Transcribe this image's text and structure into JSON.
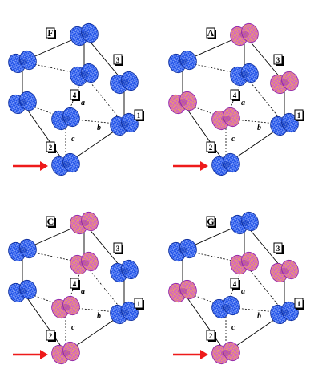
{
  "colors": {
    "blue": "#1d4fe6",
    "blue_dark": "#0a2a9a",
    "magenta": "#cc4ee6",
    "magenta_dark": "#8a1fa8",
    "orange_mesh": "#e8a23a",
    "arrow": "#ee1a1a",
    "line": "#000000"
  },
  "panels": [
    {
      "id": "F",
      "label": "F",
      "highlighted": []
    },
    {
      "id": "A",
      "label": "A",
      "highlighted": [
        "top-back",
        "front-left-mid",
        "back-right-mid",
        "center-front"
      ]
    },
    {
      "id": "C",
      "label": "C",
      "highlighted": [
        "top-back",
        "back-mid",
        "center-front",
        "bottom-front"
      ]
    },
    {
      "id": "G",
      "label": "G",
      "highlighted": [
        "front-left-mid",
        "back-mid",
        "back-right-mid",
        "bottom-front"
      ]
    }
  ],
  "site_labels": [
    "1",
    "2",
    "3",
    "4"
  ],
  "axis_labels": [
    "a",
    "b",
    "c"
  ]
}
